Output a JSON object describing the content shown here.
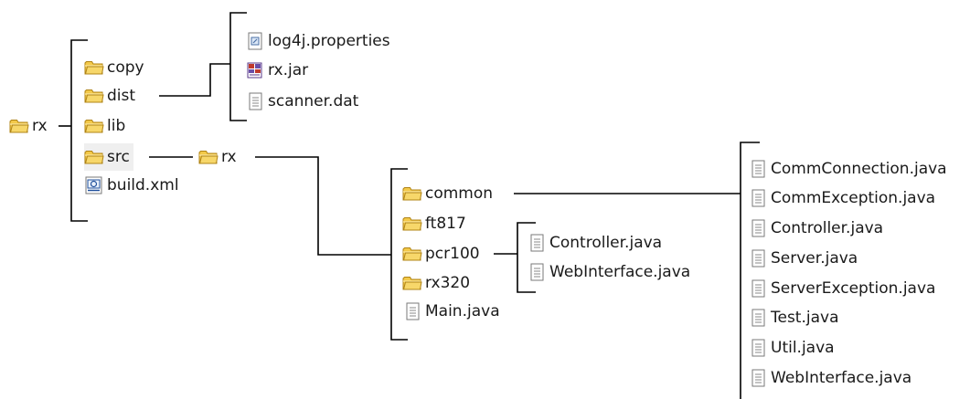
{
  "root": {
    "label": "rx",
    "icon": "folder-icon"
  },
  "root_children": [
    {
      "label": "copy",
      "icon": "folder-icon"
    },
    {
      "label": "dist",
      "icon": "folder-icon"
    },
    {
      "label": "lib",
      "icon": "folder-icon"
    },
    {
      "label": "src",
      "icon": "folder-icon"
    },
    {
      "label": "build.xml",
      "icon": "xml-file-icon"
    }
  ],
  "dist_children": [
    {
      "label": "log4j.properties",
      "icon": "properties-file-icon"
    },
    {
      "label": "rx.jar",
      "icon": "jar-file-icon"
    },
    {
      "label": "scanner.dat",
      "icon": "text-file-icon"
    }
  ],
  "src_children": [
    {
      "label": "rx",
      "icon": "folder-icon"
    }
  ],
  "package_children": [
    {
      "label": "common",
      "icon": "folder-icon"
    },
    {
      "label": "ft817",
      "icon": "folder-icon"
    },
    {
      "label": "pcr100",
      "icon": "folder-icon"
    },
    {
      "label": "rx320",
      "icon": "folder-icon"
    },
    {
      "label": "Main.java",
      "icon": "java-file-icon"
    }
  ],
  "pcr100_children": [
    {
      "label": "Controller.java",
      "icon": "java-file-icon"
    },
    {
      "label": "WebInterface.java",
      "icon": "java-file-icon"
    }
  ],
  "common_children": [
    {
      "label": "CommConnection.java",
      "icon": "java-file-icon"
    },
    {
      "label": "CommException.java",
      "icon": "java-file-icon"
    },
    {
      "label": "Controller.java",
      "icon": "java-file-icon"
    },
    {
      "label": "Server.java",
      "icon": "java-file-icon"
    },
    {
      "label": "ServerException.java",
      "icon": "java-file-icon"
    },
    {
      "label": "Test.java",
      "icon": "java-file-icon"
    },
    {
      "label": "Util.java",
      "icon": "java-file-icon"
    },
    {
      "label": "WebInterface.java",
      "icon": "java-file-icon"
    }
  ],
  "colors": {
    "folder": "#f3c94a",
    "folder_edge": "#b08416",
    "line": "#000000",
    "file_edge": "#7a7a7a"
  }
}
